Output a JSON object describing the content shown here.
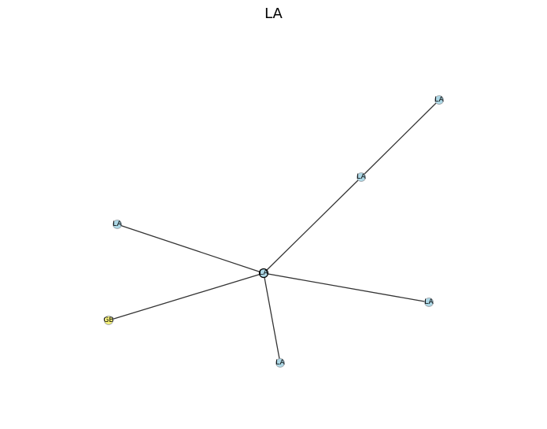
{
  "title": "LA",
  "graph": {
    "nodes": [
      {
        "id": "hub",
        "label": "LA",
        "color": "#add8e6",
        "border": "#000000"
      },
      {
        "id": "n_top_right",
        "label": "LA",
        "color": "#add8e6",
        "border": "#9aa0a6"
      },
      {
        "id": "n_mid_right",
        "label": "LA",
        "color": "#add8e6",
        "border": "#9aa0a6"
      },
      {
        "id": "n_left",
        "label": "LA",
        "color": "#add8e6",
        "border": "#9aa0a6"
      },
      {
        "id": "n_right",
        "label": "LA",
        "color": "#add8e6",
        "border": "#9aa0a6"
      },
      {
        "id": "n_bottom",
        "label": "LA",
        "color": "#add8e6",
        "border": "#9aa0a6"
      },
      {
        "id": "n_gb",
        "label": "GB",
        "color": "#f5f07a",
        "border": "#9aa0a6"
      }
    ],
    "edges": [
      {
        "from": "hub",
        "to": "n_mid_right"
      },
      {
        "from": "n_mid_right",
        "to": "n_top_right"
      },
      {
        "from": "hub",
        "to": "n_left"
      },
      {
        "from": "hub",
        "to": "n_right"
      },
      {
        "from": "hub",
        "to": "n_bottom"
      },
      {
        "from": "hub",
        "to": "n_gb"
      }
    ]
  }
}
